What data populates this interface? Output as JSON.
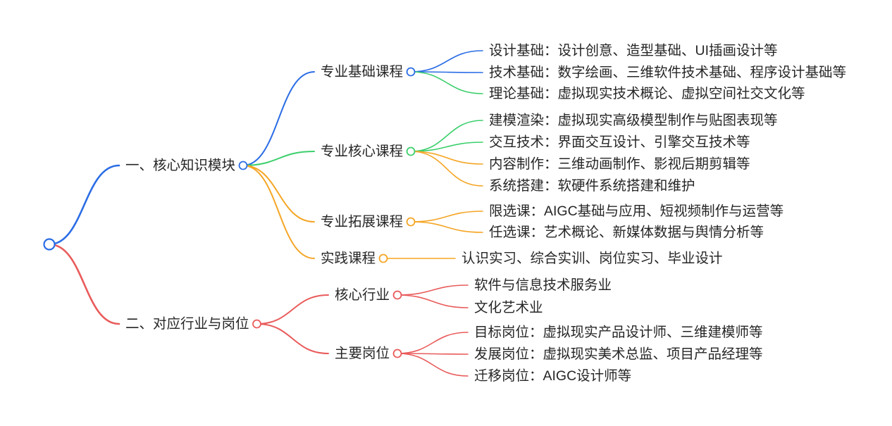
{
  "colors": {
    "blue": "#2b6de5",
    "green": "#3ccf6c",
    "orange": "#f5a524",
    "red": "#e95b5b",
    "text": "#262626",
    "background": "#ffffff"
  },
  "mindmap": {
    "branches": [
      {
        "label": "一、核心知识模块",
        "children": [
          {
            "label": "专业基础课程",
            "children": [
              {
                "label": "设计基础：设计创意、造型基础、UI插画设计等"
              },
              {
                "label": "技术基础：数字绘画、三维软件技术基础、程序设计基础等"
              },
              {
                "label": "理论基础：虚拟现实技术概论、虚拟空间社交文化等"
              }
            ]
          },
          {
            "label": "专业核心课程",
            "children": [
              {
                "label": "建模渲染：虚拟现实高级模型制作与贴图表现等"
              },
              {
                "label": "交互技术：界面交互设计、引擎交互技术等"
              },
              {
                "label": "内容制作：三维动画制作、影视后期剪辑等"
              },
              {
                "label": "系统搭建：软硬件系统搭建和维护"
              }
            ]
          },
          {
            "label": "专业拓展课程",
            "children": [
              {
                "label": "限选课：AIGC基础与应用、短视频制作与运营等"
              },
              {
                "label": "任选课：艺术概论、新媒体数据与舆情分析等"
              }
            ]
          },
          {
            "label": "实践课程",
            "children": [
              {
                "label": "认识实习、综合实训、岗位实习、毕业设计"
              }
            ]
          }
        ]
      },
      {
        "label": "二、对应行业与岗位",
        "children": [
          {
            "label": "核心行业",
            "children": [
              {
                "label": "软件与信息技术服务业"
              },
              {
                "label": "文化艺术业"
              }
            ]
          },
          {
            "label": "主要岗位",
            "children": [
              {
                "label": "目标岗位：虚拟现实产品设计师、三维建模师等"
              },
              {
                "label": "发展岗位：虚拟现实美术总监、项目产品经理等"
              },
              {
                "label": "迁移岗位：AIGC设计师等"
              }
            ]
          }
        ]
      }
    ]
  }
}
